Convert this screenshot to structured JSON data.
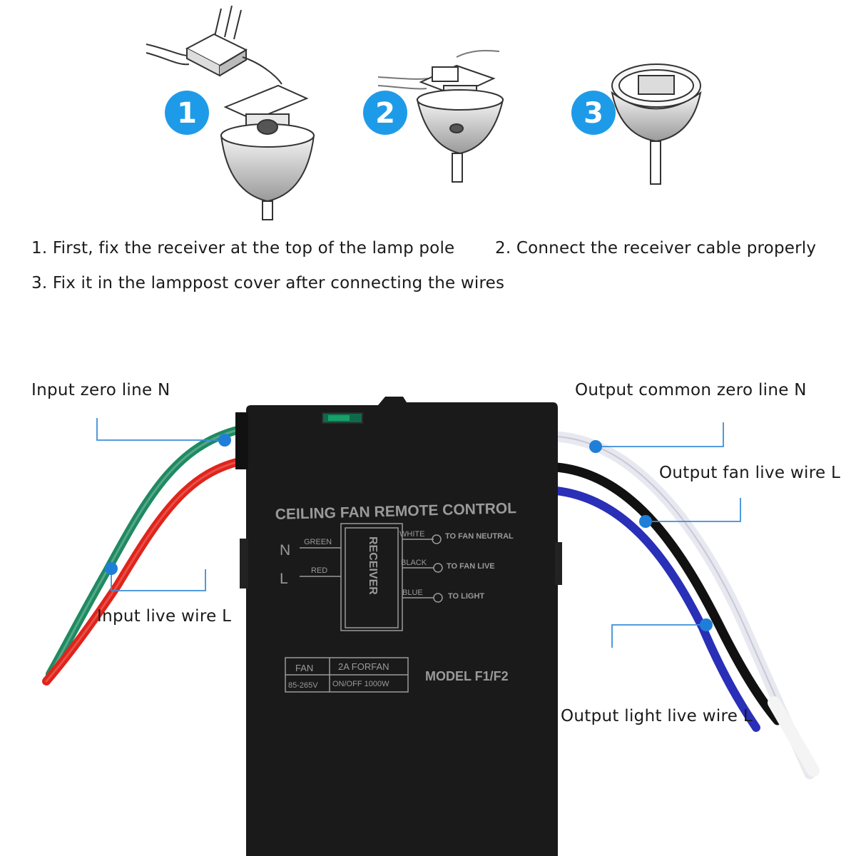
{
  "steps": {
    "badges": [
      "1",
      "2",
      "3"
    ],
    "captions": [
      "1. First, fix the receiver at the top of the lamp pole",
      "2. Connect the receiver cable properly",
      "3. Fix it in the lamppost cover after connecting the wires"
    ]
  },
  "labels": {
    "input_zero": "Input zero line N",
    "input_live": "Input live wire L",
    "output_common_zero": "Output common zero line N",
    "output_fan_live": "Output fan live wire L",
    "output_light_live": "Output light live wire L"
  },
  "receiver": {
    "title": "CEILING FAN REMOTE CONTROL",
    "n_terminal": "N",
    "l_terminal": "L",
    "green": "GREEN",
    "red": "RED",
    "white": "WHITE",
    "black": "BLACK",
    "blue": "BLUE",
    "to_fan_neutral": "TO FAN NEUTRAL",
    "to_fan_live": "TO FAN LIVE",
    "to_light": "TO LIGHT",
    "receiver_label": "RECEIVER",
    "fan": "FAN",
    "rating_top": "2A FORFAN",
    "voltage": "85-265V",
    "onoff": "ON/OFF 1000W",
    "model": "MODEL F1/F2"
  },
  "colors": {
    "badge_blue": "#1e9be8",
    "callout_blue": "#3b8fd9",
    "case": "#1a1a1a",
    "wire_green": "#1f8a62",
    "wire_red": "#e0241b",
    "wire_white": "#e8e8f0",
    "wire_black": "#111111",
    "wire_blue": "#2a2fb8"
  }
}
